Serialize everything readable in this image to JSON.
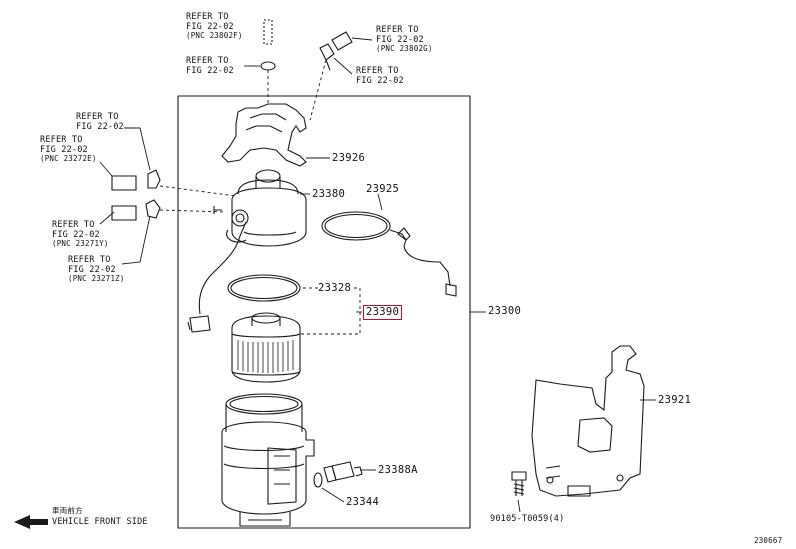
{
  "parts": {
    "p23300": "23300",
    "p23328": "23328",
    "p23390": "23390",
    "p23380": "23380",
    "p23926": "23926",
    "p23925": "23925",
    "p23921": "23921",
    "p23388A": "23388A",
    "p23344": "23344",
    "bolt": "90105-T0059(4)"
  },
  "refs": {
    "r1": {
      "a": "REFER TO",
      "b": "FIG 22-02",
      "c": "(PNC 23802F)"
    },
    "r2": {
      "a": "REFER TO",
      "b": "FIG 22-02",
      "c": "(PNC 23802G)"
    },
    "r3": {
      "a": "REFER TO",
      "b": "FIG 22-02"
    },
    "r4": {
      "a": "REFER TO",
      "b": "FIG 22-02"
    },
    "r5": {
      "a": "REFER TO",
      "b": "FIG 22-02"
    },
    "r6": {
      "a": "REFER TO",
      "b": "FIG 22-02",
      "c": "(PNC 23272E)"
    },
    "r7": {
      "a": "REFER TO",
      "b": "FIG 22-02",
      "c": "(PNC 23271Y)"
    },
    "r8": {
      "a": "REFER TO",
      "b": "FIG 22-02",
      "c": "(PNC 23271Z)"
    }
  },
  "front": {
    "jp": "車両前方",
    "en": "VEHICLE FRONT SIDE"
  },
  "catalog_id": "230667",
  "highlight_color": "#b0123a"
}
